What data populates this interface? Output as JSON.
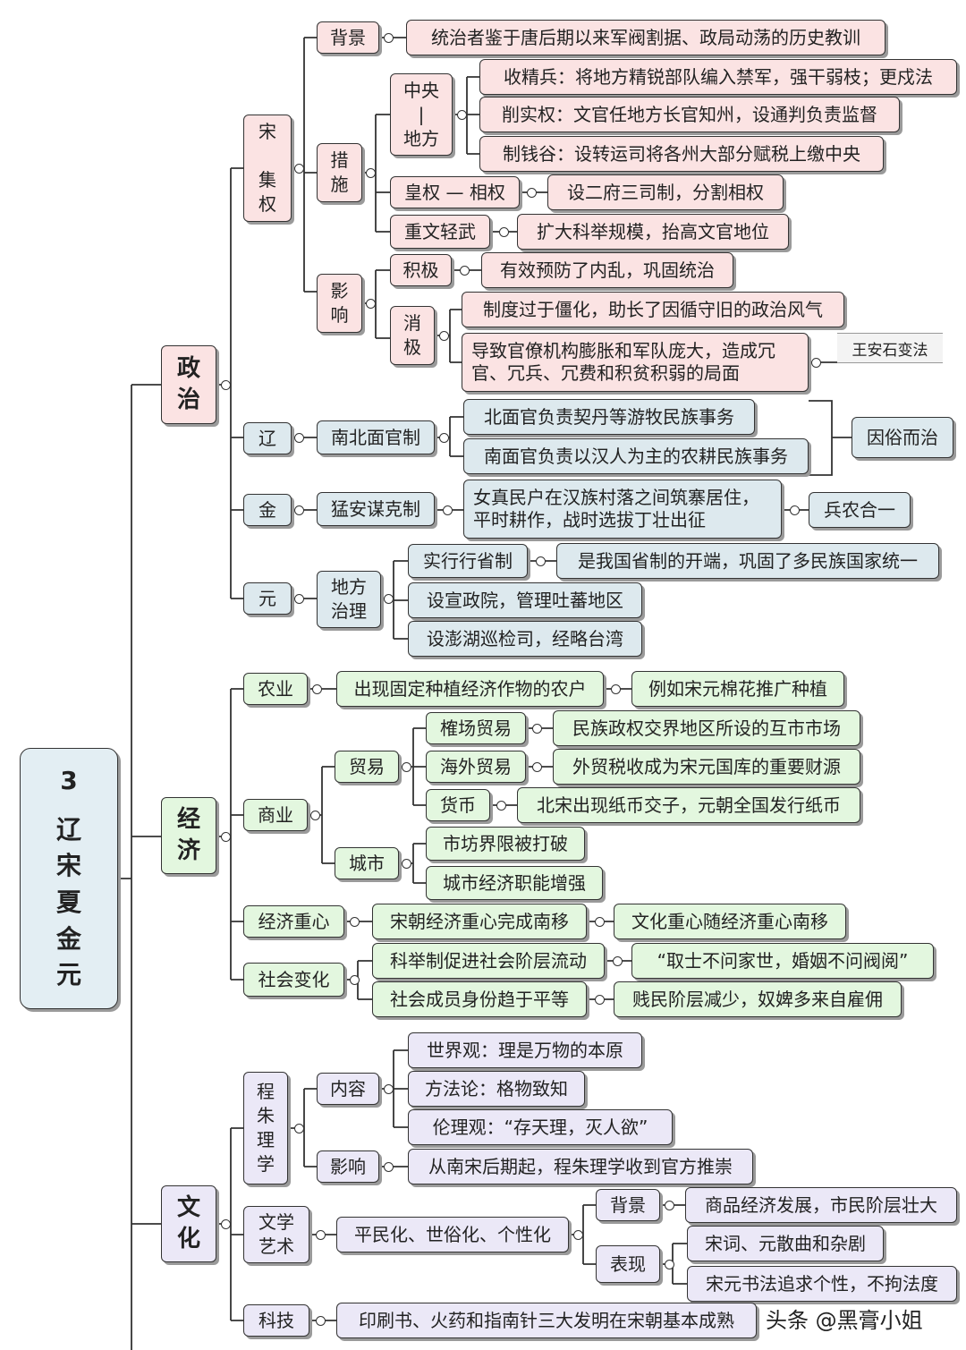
{
  "root": {
    "number": "3",
    "title": "辽\n宋\n夏\n金\n元"
  },
  "politics": {
    "label": "政\n治",
    "song": {
      "label": "宋\n\n集\n权"
    },
    "background": {
      "label": "背景",
      "text": "统治者鉴于唐后期以来军阀割据、政局动荡的历史教训"
    },
    "measures": {
      "label": "措\n施"
    },
    "central": {
      "label": "中央\n|\n地方"
    },
    "m1": "收精兵：将地方精锐部队编入禁军，强干弱枝；更戍法",
    "m2": "削实权：文官任地方长官知州，设通判负责监督",
    "m3": "制钱谷：设转运司将各州大部分赋税上缴中央",
    "emperor": {
      "label": "皇权 — 相权",
      "text": "设二府三司制，分割相权"
    },
    "civil": {
      "label": "重文轻武",
      "text": "扩大科举规模，抬高文官地位"
    },
    "impact": {
      "label": "影\n响"
    },
    "positive": {
      "label": "积极",
      "text": "有效预防了内乱，巩固统治"
    },
    "negative": {
      "label": "消\n极",
      "n1": "制度过于僵化，助长了因循守旧的政治风气",
      "n2": "导致官僚机构膨胀和军队庞大，造成冗官、冗兵、冗费和积贫积弱的局面"
    },
    "reform_note": "王安石变法",
    "liao": {
      "label": "辽",
      "system": "南北面官制",
      "north": "北面官负责契丹等游牧民族事务",
      "south": "南面官负责以汉人为主的农耕民族事务",
      "summary": "因俗而治"
    },
    "jin": {
      "label": "金",
      "system": "猛安谋克制",
      "text": "女真民户在汉族村落之间筑寨居住，平时耕作，战时选拔丁壮出征",
      "summary": "兵农合一"
    },
    "yuan": {
      "label": "元",
      "system": "地方\n治理",
      "province": "实行行省制",
      "province_note": "是我国省制的开端，巩固了多民族国家统一",
      "xuanzheng": "设宣政院，管理吐蕃地区",
      "penghu": "设澎湖巡检司，经略台湾"
    }
  },
  "economy": {
    "label": "经\n济",
    "agri": {
      "label": "农业",
      "text": "出现固定种植经济作物的农户",
      "example": "例如宋元棉花推广种植"
    },
    "commerce": {
      "label": "商业"
    },
    "trade": {
      "label": "贸易",
      "t1": "榷场贸易",
      "t1n": "民族政权交界地区所设的互市市场",
      "t2": "海外贸易",
      "t2n": "外贸税收成为宋元国库的重要财源",
      "t3": "货币",
      "t3n": "北宋出现纸币交子，元朝全国发行纸币"
    },
    "city": {
      "label": "城市",
      "c1": "市坊界限被打破",
      "c2": "城市经济职能增强"
    },
    "center": {
      "label": "经济重心",
      "text": "宋朝经济重心完成南移",
      "note": "文化重心随经济重心南移"
    },
    "society": {
      "label": "社会变化",
      "s1": "科举制促进社会阶层流动",
      "s1n": "“取士不问家世，婚姻不问阀阅”",
      "s2": "社会成员身份趋于平等",
      "s2n": "贱民阶层减少，奴婢多来自雇佣"
    }
  },
  "culture": {
    "label": "文\n化",
    "lixue": {
      "label": "程\n朱\n理\n学",
      "content": "内容",
      "c1": "世界观：理是万物的本原",
      "c2": "方法论：格物致知",
      "c3": "伦理观：“存天理，灭人欲”",
      "impact": "影响",
      "impact_text": "从南宋后期起，程朱理学收到官方推崇"
    },
    "lit": {
      "label": "文学\n艺术",
      "text": "平民化、世俗化、个性化",
      "bg": "背景",
      "bg_text": "商品经济发展，市民阶层壮大",
      "show": "表现",
      "show1": "宋词、元散曲和杂剧",
      "show2": "宋元书法追求个性，不拘法度"
    },
    "tech": {
      "label": "科技",
      "text": "印刷书、火药和指南针三大发明在宋朝基本成熟"
    }
  },
  "watermark": "头条 @黑膏小姐"
}
